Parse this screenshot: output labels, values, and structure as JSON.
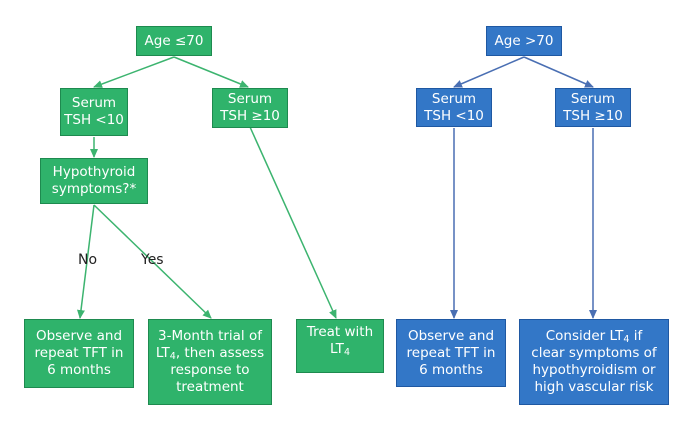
{
  "colors": {
    "green": "#2fb36b",
    "green_line": "#3cb46f",
    "blue": "#3377c7",
    "blue_line": "#4a6fb3"
  },
  "nodes": {
    "age_le70": {
      "lines": [
        "Age ≤70"
      ]
    },
    "tsh_lt10_left": {
      "lines": [
        "Serum",
        "TSH <10"
      ]
    },
    "tsh_ge10_left": {
      "lines": [
        "Serum",
        "TSH ≥10"
      ]
    },
    "hypo_symptoms": {
      "lines": [
        "Hypothyroid",
        "symptoms?*"
      ]
    },
    "observe_left": {
      "lines": [
        "Observe and",
        "repeat TFT in",
        "6 months"
      ]
    },
    "trial_lt4": {
      "l1": "3-Month trial of",
      "l2_pre": "LT",
      "l2_sub": "4",
      "l2_post": ", then assess",
      "l3": "response to",
      "l4": "treatment"
    },
    "treat_lt4": {
      "l1": "Treat with",
      "l2_pre": "LT",
      "l2_sub": "4"
    },
    "age_gt70": {
      "lines": [
        "Age >70"
      ]
    },
    "tsh_lt10_right": {
      "lines": [
        "Serum",
        "TSH <10"
      ]
    },
    "tsh_ge10_right": {
      "lines": [
        "Serum",
        "TSH ≥10"
      ]
    },
    "observe_right": {
      "lines": [
        "Observe and",
        "repeat TFT in",
        "6 months"
      ]
    },
    "consider_lt4": {
      "l1_pre": "Consider LT",
      "l1_sub": "4",
      "l1_post": " if",
      "l2": "clear symptoms of",
      "l3": "hypothyroidism or",
      "l4": "high vascular risk"
    }
  },
  "edge_labels": {
    "no": "No",
    "yes": "Yes"
  }
}
